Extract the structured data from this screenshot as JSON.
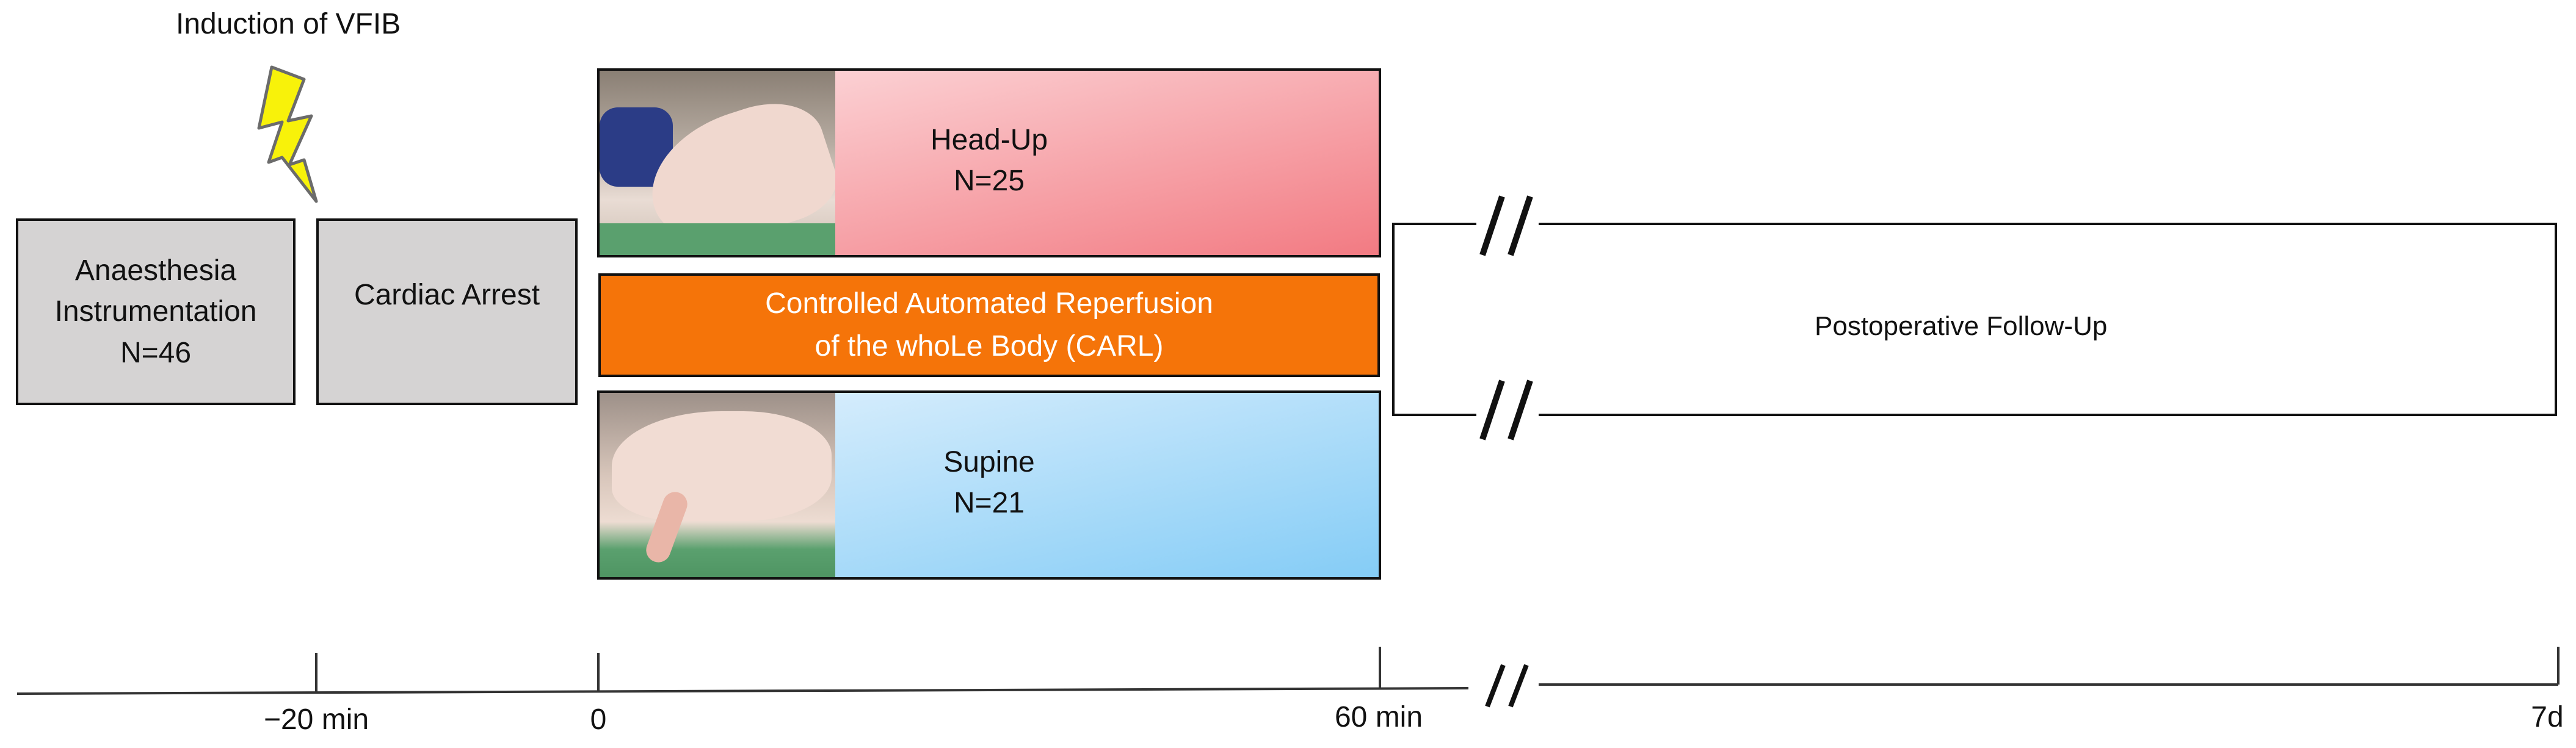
{
  "event": {
    "label": "Induction of VFIB",
    "icon": "lightning-bolt-icon"
  },
  "phases": {
    "anaesthesia": {
      "line1": "Anaesthesia",
      "line2": "Instrumentation",
      "line3": "N=46"
    },
    "arrest": {
      "label": "Cardiac Arrest"
    }
  },
  "groups": {
    "head_up": {
      "name": "Head-Up",
      "n": "N=25",
      "color": "#f27a82"
    },
    "supine": {
      "name": "Supine",
      "n": "N=21",
      "color": "#84ccf6"
    }
  },
  "carl": {
    "line1": "Controlled Automated Reperfusion",
    "line2": "of the whoLe Body (CARL)",
    "color": "#f57409"
  },
  "followup": {
    "label": "Postoperative Follow-Up"
  },
  "timeline": {
    "ticks": [
      "−20 min",
      "0",
      "60 min",
      "7d"
    ],
    "break_mark": "//"
  }
}
